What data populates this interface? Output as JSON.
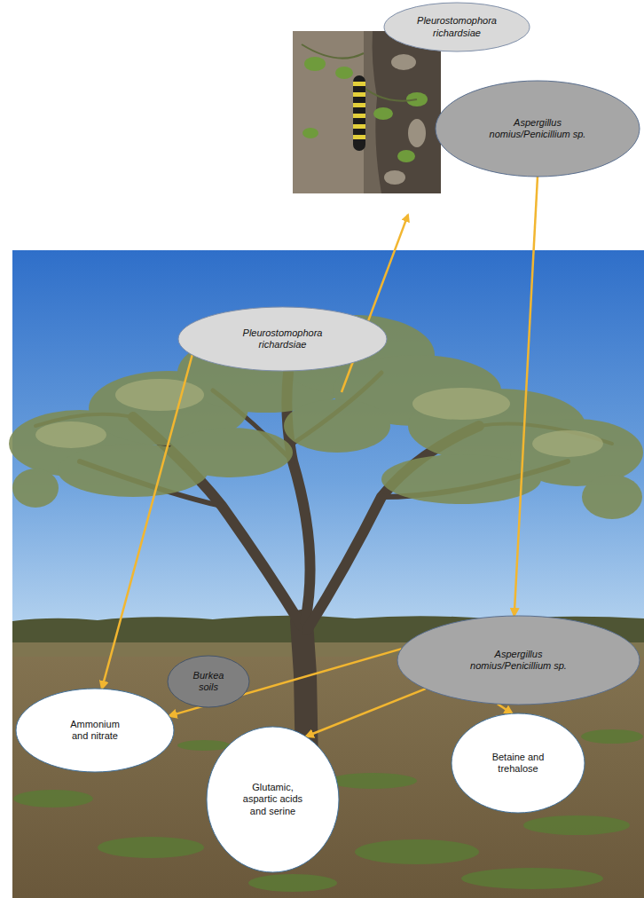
{
  "diagram": {
    "nodes": [
      {
        "text": [
          "Pleurostomophora richardsiae"
        ]
      },
      {
        "text": [
          "Aspergillus nomius/Penicillium sp."
        ]
      },
      {
        "text": [
          "Pleurostomophora richardsiae"
        ]
      },
      {
        "text": [
          "Aspergillus nomius/Penicillium sp."
        ]
      },
      {
        "text": [
          "Burkea soils"
        ]
      },
      {
        "text": [
          "Ammonium and nitrate"
        ]
      },
      {
        "text": [
          "Glutamic, aspartic acids and serine"
        ]
      },
      {
        "text": [
          "Betaine and trehalose"
        ]
      }
    ],
    "edges": [
      {
        "from": 2,
        "to": 5,
        "arrow": "to"
      },
      {
        "from": 1,
        "to": 3,
        "arrow": "to"
      },
      {
        "from": 3,
        "to": 5,
        "arrow": "to"
      },
      {
        "from": 3,
        "to": 6,
        "arrow": "to"
      },
      {
        "from": 3,
        "to": 7,
        "arrow": "to"
      }
    ]
  }
}
